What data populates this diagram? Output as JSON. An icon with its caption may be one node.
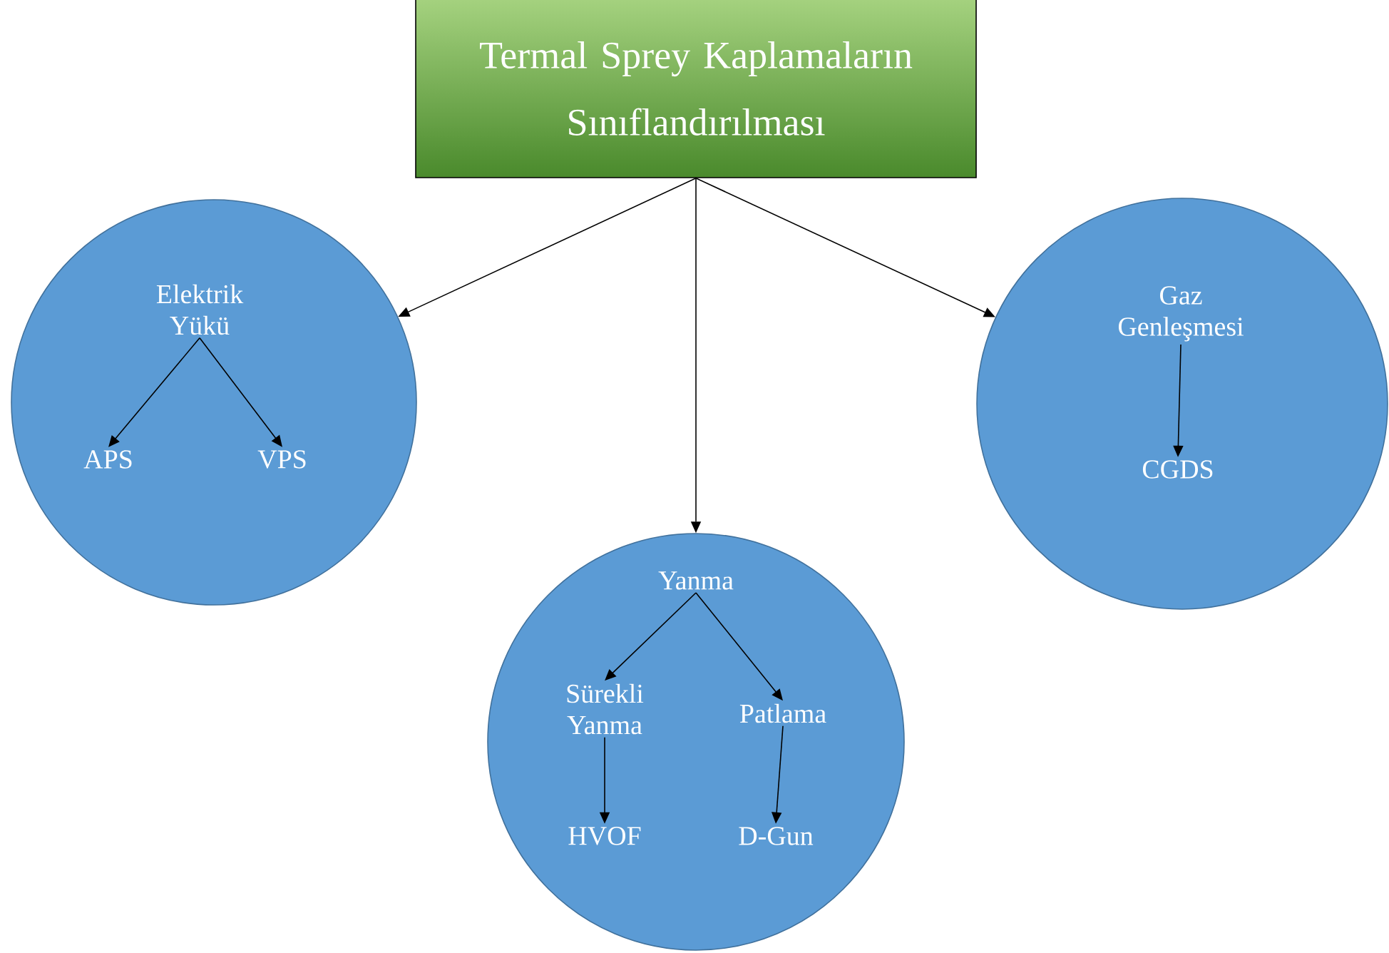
{
  "diagram": {
    "nodes": [
      {
        "text": [
          "Termal Sprey Kaplamaların Sınıflandırılması"
        ]
      },
      {
        "text": [],
        "shape": "circle"
      },
      {
        "text": [
          "Elektrik Yükü"
        ],
        "in": 1
      },
      {
        "text": [
          "APS"
        ],
        "in": 1
      },
      {
        "text": [
          "VPS"
        ],
        "in": 1
      },
      {
        "text": [],
        "shape": "circle"
      },
      {
        "text": [
          "Yanma"
        ],
        "in": 5
      },
      {
        "text": [
          "Sürekli Yanma"
        ],
        "in": 5
      },
      {
        "text": [
          "Patlama"
        ],
        "in": 5
      },
      {
        "text": [
          "HVOF"
        ],
        "in": 5
      },
      {
        "text": [
          "D-Gun"
        ],
        "in": 5
      },
      {
        "text": [],
        "shape": "circle"
      },
      {
        "text": [
          "Gaz Genleşmesi"
        ],
        "in": 11
      },
      {
        "text": [
          "CGDS"
        ],
        "in": 11
      }
    ],
    "edges": [
      {
        "from": 0,
        "to": 1,
        "arrow": "to"
      },
      {
        "from": 0,
        "to": 5,
        "arrow": "to"
      },
      {
        "from": 0,
        "to": 11,
        "arrow": "to"
      },
      {
        "from": 2,
        "to": 3,
        "arrow": "to"
      },
      {
        "from": 2,
        "to": 4,
        "arrow": "to"
      },
      {
        "from": 6,
        "to": 7,
        "arrow": "to"
      },
      {
        "from": 6,
        "to": 8,
        "arrow": "to"
      },
      {
        "from": 7,
        "to": 9,
        "arrow": "to"
      },
      {
        "from": 8,
        "to": 10,
        "arrow": "to"
      },
      {
        "from": 12,
        "to": 13,
        "arrow": "to"
      }
    ]
  }
}
